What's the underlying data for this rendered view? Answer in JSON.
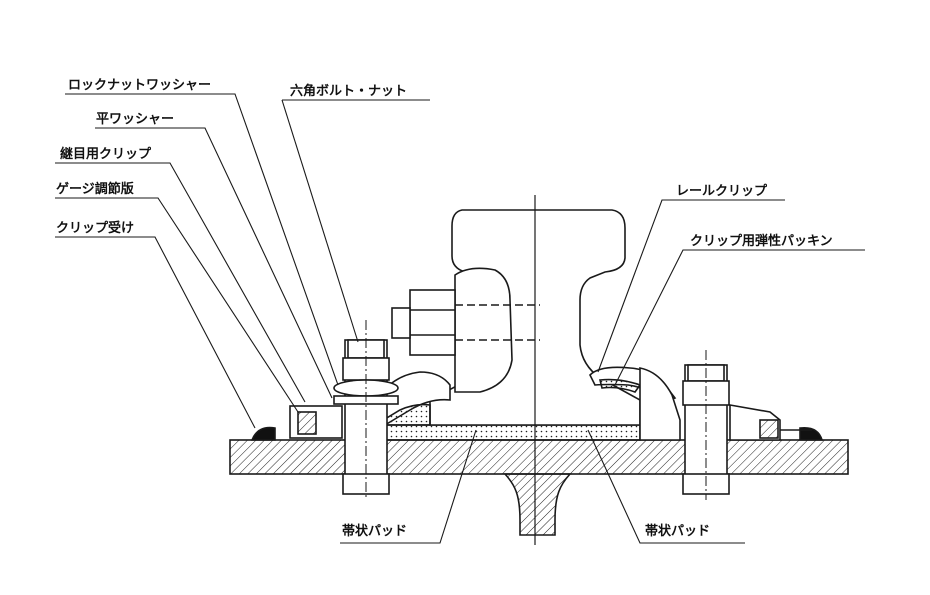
{
  "labels": {
    "lock_nut_washer": "ロックナットワッシャー",
    "flat_washer": "平ワッシャー",
    "joint_clip": "継目用クリップ",
    "gauge_plate": "ゲージ調節版",
    "clip_seat": "クリップ受け",
    "hex_bolt_nut": "六角ボルト・ナット",
    "rail_clip": "レールクリップ",
    "elastic_packing": "クリップ用弾性パッキン",
    "strip_pad_left": "帯状パッド",
    "strip_pad_right": "帯状パッド"
  },
  "colors": {
    "line": "#1a1a1a",
    "background": "#ffffff"
  }
}
